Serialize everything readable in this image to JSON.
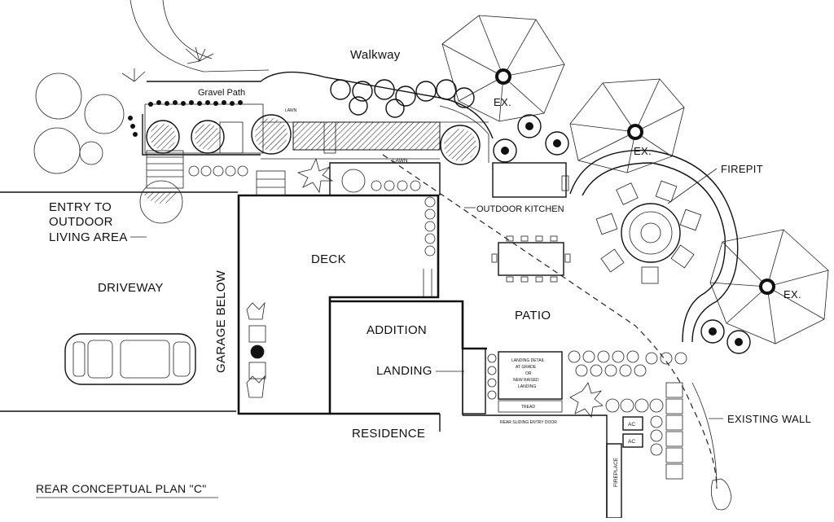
{
  "plan": {
    "title": "REAR CONCEPTUAL PLAN \"C\"",
    "areas": {
      "walkway": "Walkway",
      "gravel_path": "Gravel Path",
      "lawn_small": "LAWN",
      "lawn": "LAWN",
      "entry_line1": "ENTRY TO",
      "entry_line2": "OUTDOOR",
      "entry_line3": "LIVING AREA",
      "outdoor_kitchen": "OUTDOOR KITCHEN",
      "firepit": "FIREPIT",
      "deck": "DECK",
      "driveway": "DRIVEWAY",
      "garage_below": "GARAGE BELOW",
      "patio": "PATIO",
      "addition": "ADDITION",
      "landing": "LANDING",
      "residence": "RESIDENCE",
      "existing_wall": "EXISTING  WALL",
      "ex_1": "EX.",
      "ex_2": "EX.",
      "ex_3": "EX.",
      "fireplace": "FIREPLACE",
      "ac_1": "AC",
      "ac_2": "AC",
      "tread": "TREAD",
      "rear_door": "REAR SLIDING ENTRY DOOR",
      "landing_detail_1": "LANDING DETAIL",
      "landing_detail_2": "AT GRADE",
      "landing_detail_3": "OR",
      "landing_detail_4": "NEW RAISED",
      "landing_detail_5": "LANDING"
    }
  }
}
